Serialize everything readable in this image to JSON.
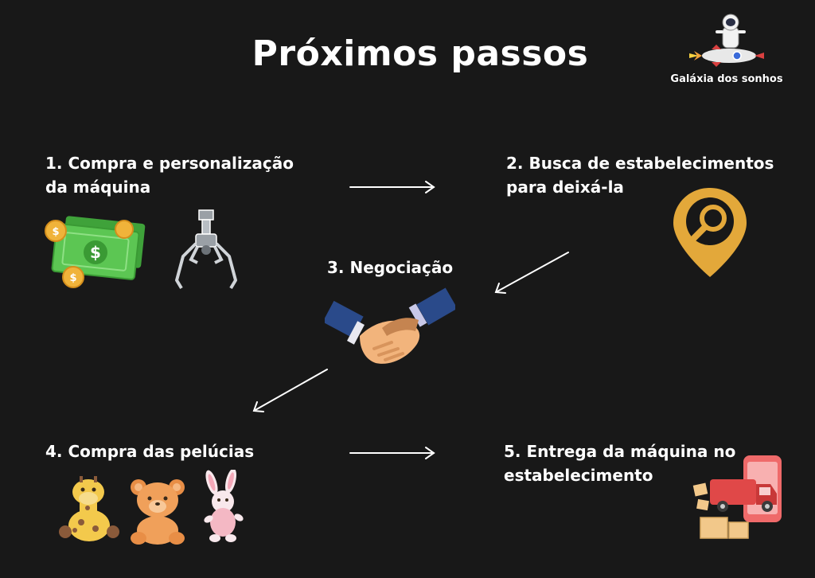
{
  "title": "Próximos passos",
  "brand": {
    "name": "Galáxia dos sonhos"
  },
  "steps": [
    {
      "label": "1. Compra e personalização da máquina",
      "icons": [
        "money-icon",
        "claw-icon"
      ]
    },
    {
      "label": "2. Busca de estabelecimentos para deixá-la",
      "icons": [
        "location-search-icon"
      ]
    },
    {
      "label": "3. Negociação",
      "icons": [
        "handshake-icon"
      ]
    },
    {
      "label": "4. Compra das pelúcias",
      "icons": [
        "giraffe-plush-icon",
        "teddy-bear-icon",
        "bunny-plush-icon"
      ]
    },
    {
      "label": "5. Entrega da máquina no estabelecimento",
      "icons": [
        "delivery-truck-icon"
      ]
    }
  ],
  "colors": {
    "background": "#181818",
    "text": "#ffffff",
    "pin": "#e3a83a",
    "money": "#4fb848",
    "coin": "#f0b33a"
  }
}
